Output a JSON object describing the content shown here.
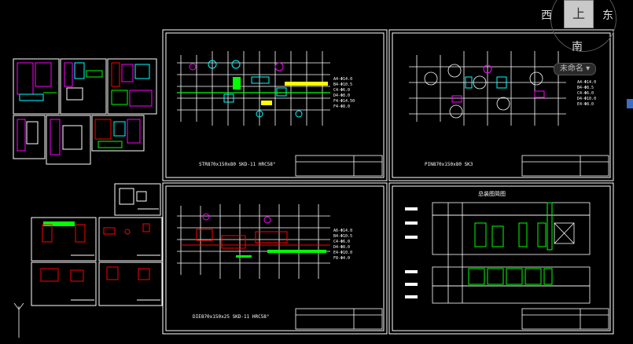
{
  "viewcube": {
    "top": "上",
    "west": "西",
    "east": "东",
    "south": "南",
    "wcs": "未命名"
  },
  "sheets": {
    "sheet1_title": "STR870x150x80   SKD-11 HRC58°",
    "sheet2_title": "PIN870x150x80   SK3",
    "sheet3_title": "DIE870x150x25   SKD-11 HRC58°",
    "sheet4_title": "总装图简图"
  },
  "colors": {
    "background": "#000000",
    "frame": "#ffffff",
    "accent_green": "#00ff00",
    "accent_cyan": "#00ffff",
    "accent_magenta": "#ff00ff",
    "accent_red": "#ff0000",
    "accent_yellow": "#ffff00"
  }
}
